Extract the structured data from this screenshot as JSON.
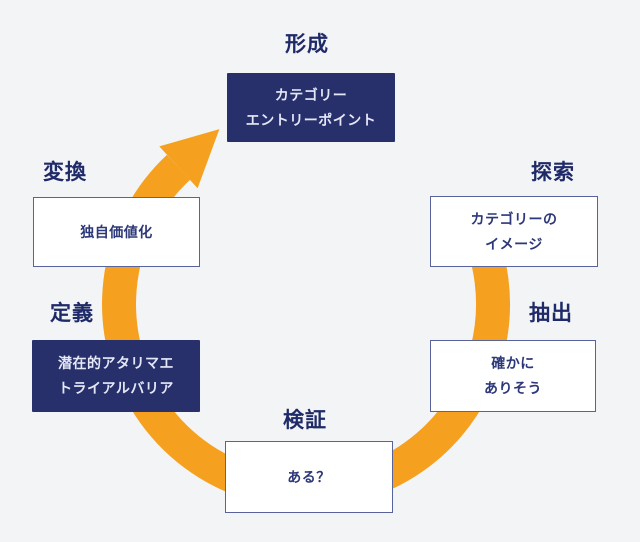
{
  "palette": {
    "background": "#f3f4f6",
    "navy": "#27306b",
    "orange": "#f5a11f",
    "label_text": "#1f2a68",
    "box_border": "#59639b",
    "box_text_light": "#e4e8f6",
    "box_text_dark": "#2d3878"
  },
  "diagram": {
    "type": "circular-cycle",
    "arrow": {
      "shape": "circular-arrow",
      "direction": "clockwise",
      "color": "#f5a11f"
    },
    "steps": [
      {
        "label": "形成",
        "position": "top",
        "box_style": "navy",
        "box_lines": [
          "カテゴリー",
          "エントリーポイント"
        ]
      },
      {
        "label": "探索",
        "position": "right-top",
        "box_style": "white",
        "box_lines": [
          "カテゴリーの",
          "イメージ"
        ]
      },
      {
        "label": "抽出",
        "position": "right-bottom",
        "box_style": "white",
        "box_lines": [
          "確かに",
          "ありそう"
        ]
      },
      {
        "label": "検証",
        "position": "bottom",
        "box_style": "white",
        "box_lines": [
          "ある？"
        ]
      },
      {
        "label": "定義",
        "position": "left-bottom",
        "box_style": "navy",
        "box_lines": [
          "潜在的アタリマエ",
          "トライアルバリア"
        ]
      },
      {
        "label": "変換",
        "position": "left-top",
        "box_style": "white",
        "box_lines": [
          "独自価値化"
        ]
      }
    ]
  }
}
